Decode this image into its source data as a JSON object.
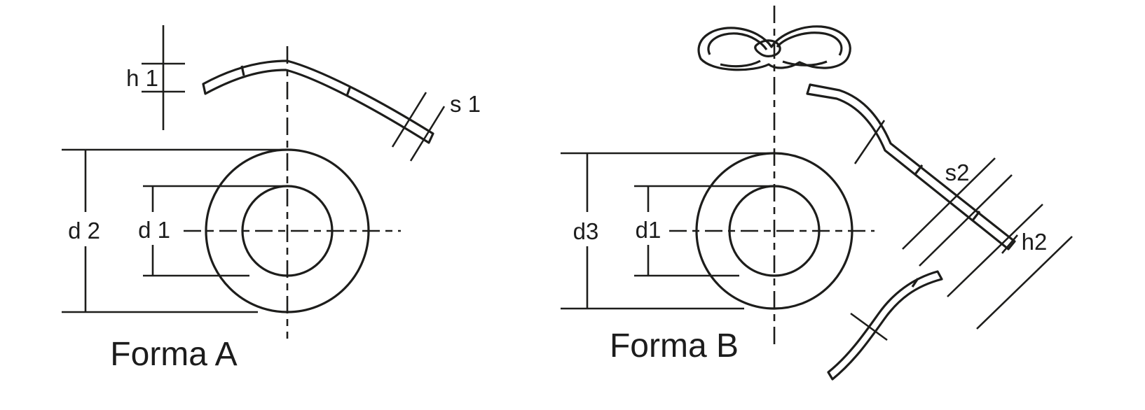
{
  "drawing": {
    "background_color": "#ffffff",
    "line_color": "#1d1d1b",
    "forma_a": {
      "title": "Forma A",
      "labels": {
        "h1": "h 1",
        "s1": "s 1",
        "d2": "d 2",
        "d1": "d 1"
      }
    },
    "forma_b": {
      "title": "Forma B",
      "labels": {
        "d3": "d3",
        "d1": "d1",
        "s2": "s2",
        "h2": "h2"
      }
    }
  }
}
